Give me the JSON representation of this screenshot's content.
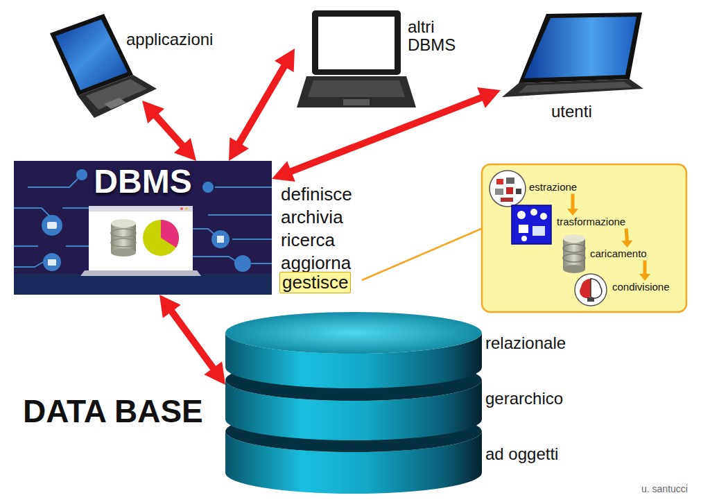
{
  "diagram": {
    "nodes": [
      {
        "text": [
          "applicazioni"
        ]
      },
      {
        "text": [
          "altri DBMS"
        ]
      },
      {
        "text": [
          "utenti"
        ]
      },
      {
        "text": [
          "DBMS"
        ]
      },
      {
        "text": [
          "estrazione"
        ]
      },
      {
        "text": [
          "trasformazione"
        ]
      },
      {
        "text": [
          "caricamento"
        ]
      },
      {
        "text": [
          "condivisione"
        ]
      },
      {
        "text": [
          "DATA BASE",
          "relazionale",
          "gerarchico",
          "ad oggetti"
        ]
      }
    ],
    "edges": [
      {
        "from": 0,
        "to": 3,
        "arrow": "both"
      },
      {
        "from": 1,
        "to": 3,
        "arrow": "both"
      },
      {
        "from": 2,
        "to": 3,
        "arrow": "both"
      },
      {
        "from": 3,
        "to": 8,
        "arrow": "both"
      },
      {
        "from": 4,
        "to": 5,
        "arrow": "to"
      },
      {
        "from": 5,
        "to": 6,
        "arrow": "to"
      },
      {
        "from": 6,
        "to": 7,
        "arrow": "to"
      }
    ],
    "labels": [
      "definisce",
      "archivia",
      "ricerca",
      "aggiorna",
      "gestisce",
      "u. santucci"
    ]
  }
}
